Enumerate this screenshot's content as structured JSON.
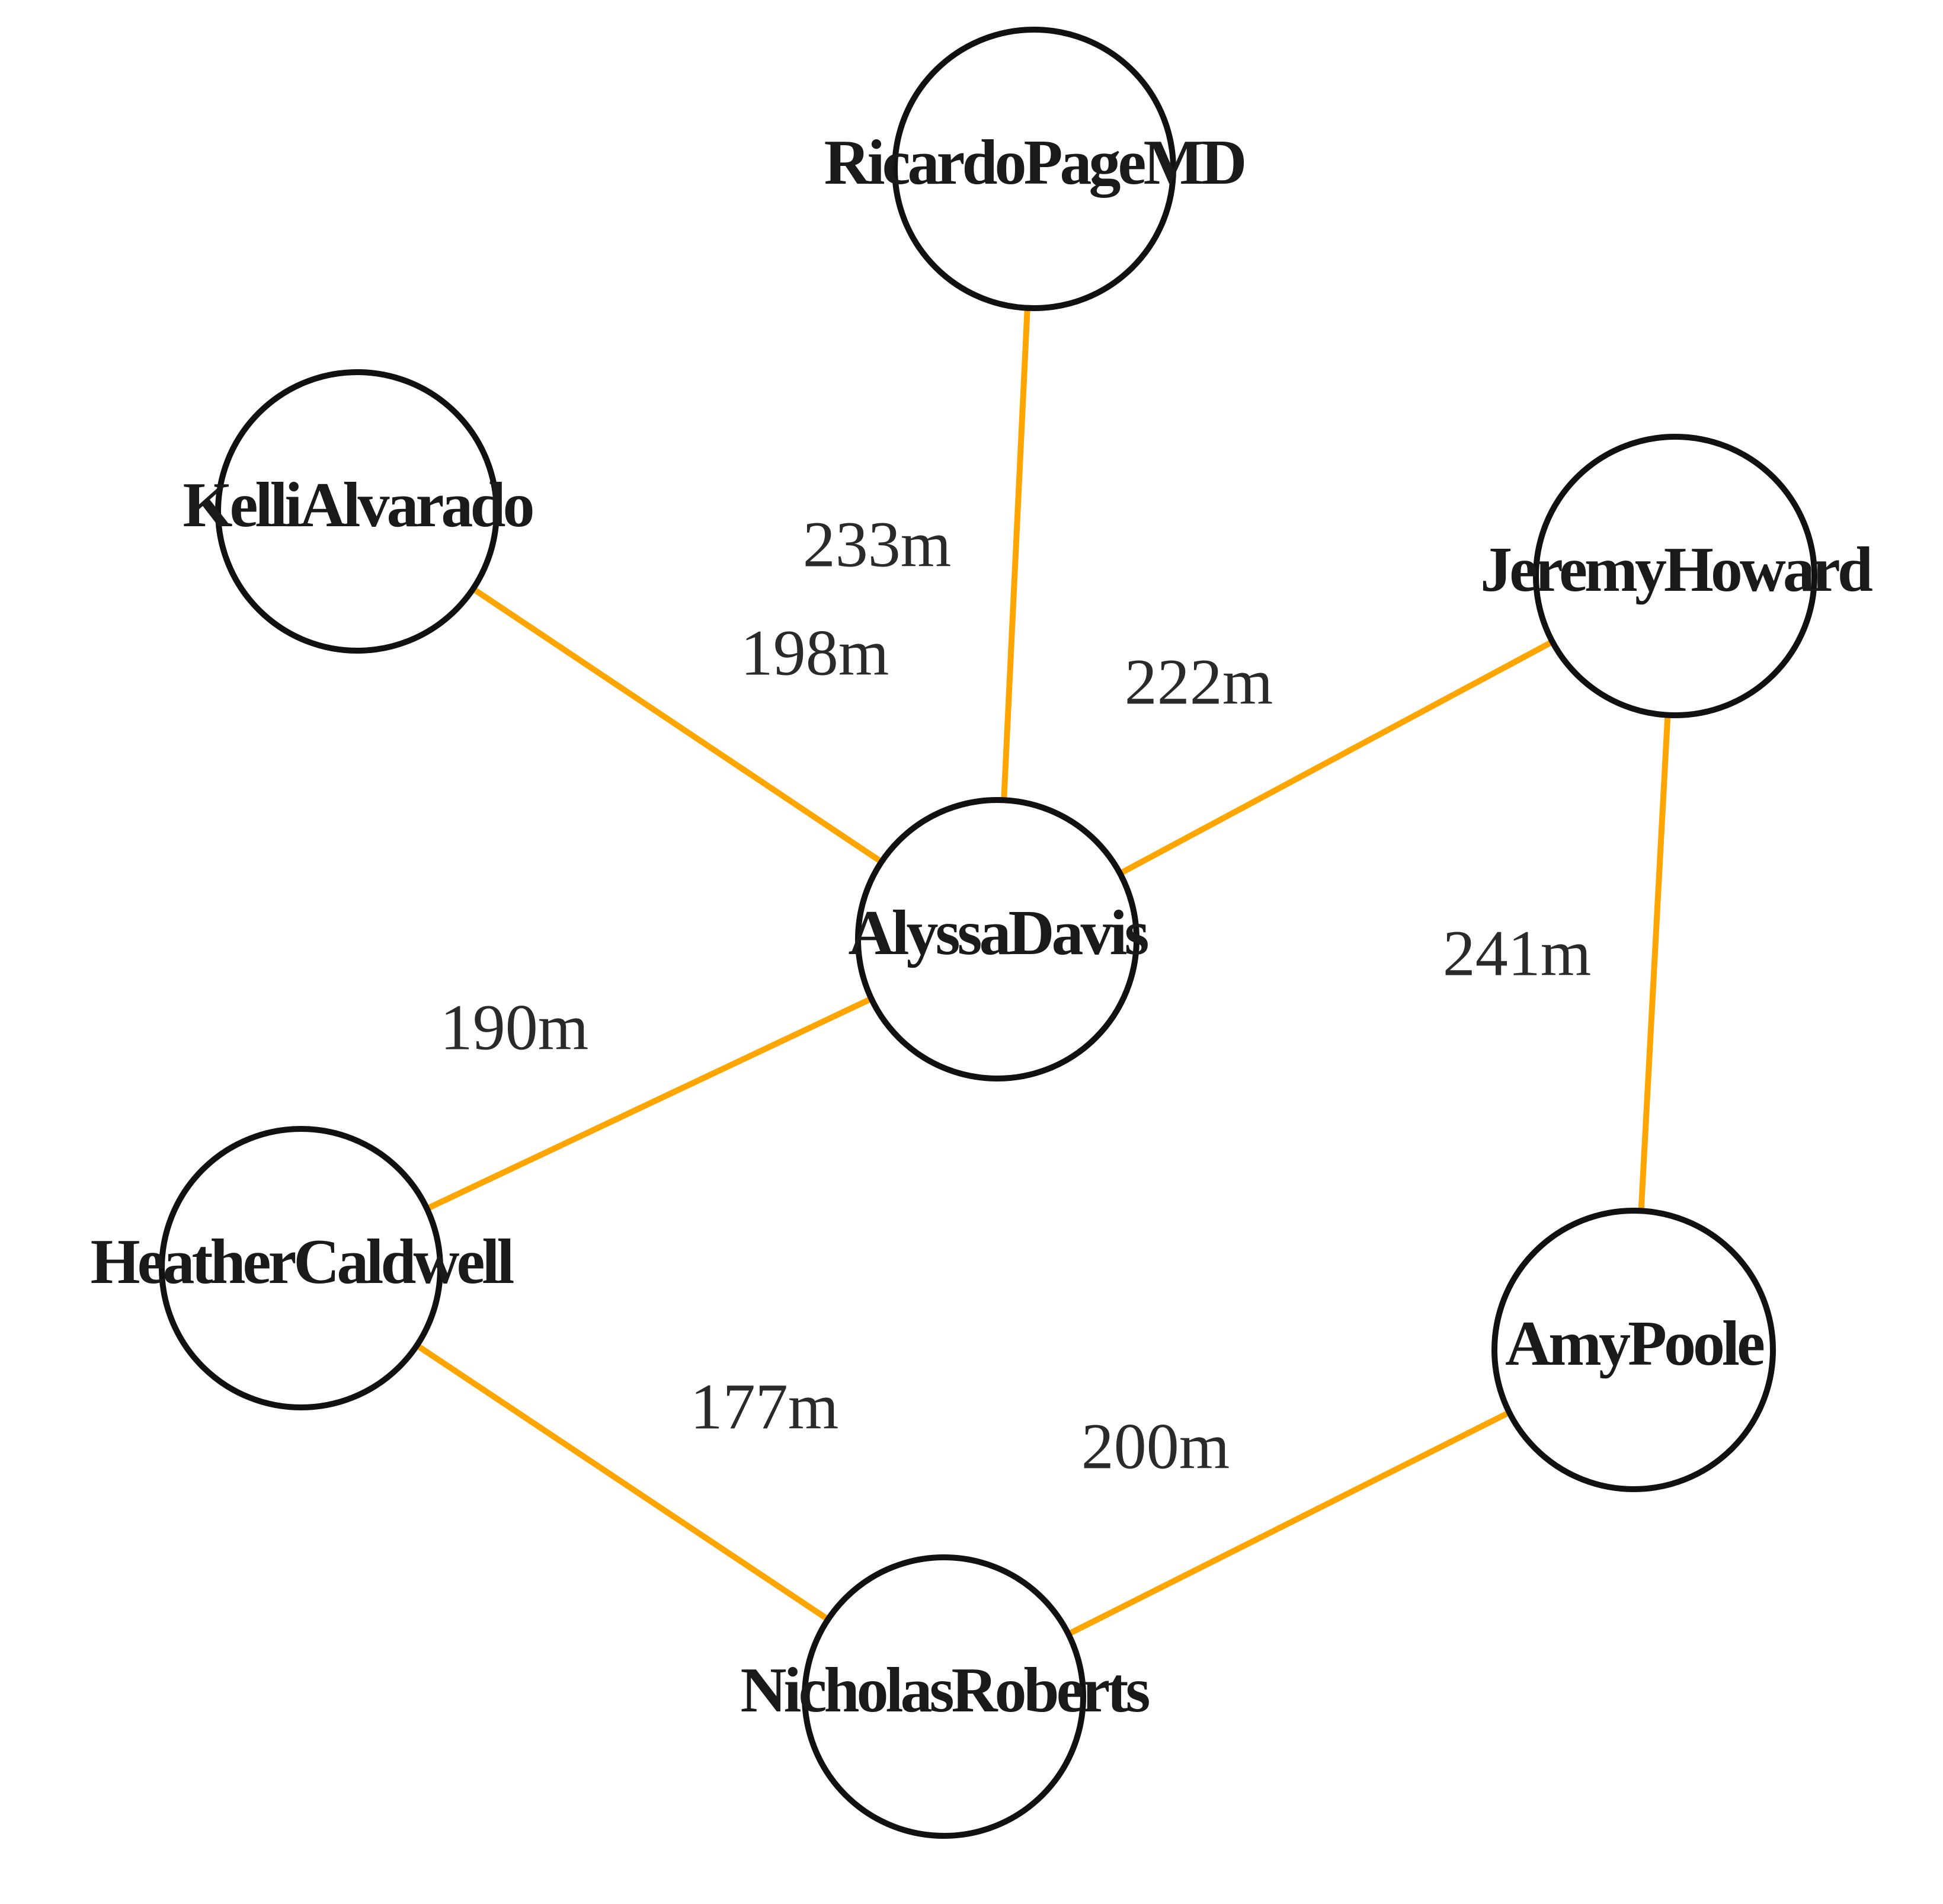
{
  "colors": {
    "edge": "#FFA500",
    "node_stroke": "#111111",
    "node_fill": "#ffffff",
    "text": "#1a1a1a"
  },
  "nodes": [
    {
      "id": "ricardo",
      "label": "RicardoPageMD"
    },
    {
      "id": "kelli",
      "label": "KelliAlvarado"
    },
    {
      "id": "jeremy",
      "label": "JeremyHoward"
    },
    {
      "id": "alyssa",
      "label": "AlyssaDavis"
    },
    {
      "id": "heather",
      "label": "HeatherCaldwell"
    },
    {
      "id": "amy",
      "label": "AmyPoole"
    },
    {
      "id": "nicholas",
      "label": "NicholasRoberts"
    }
  ],
  "edges": [
    {
      "id": "ricardo-alyssa",
      "source": "ricardo",
      "target": "alyssa",
      "label": "233m"
    },
    {
      "id": "kelli-alyssa",
      "source": "kelli",
      "target": "alyssa",
      "label": "198m"
    },
    {
      "id": "jeremy-alyssa",
      "source": "jeremy",
      "target": "alyssa",
      "label": "222m"
    },
    {
      "id": "jeremy-amy",
      "source": "jeremy",
      "target": "amy",
      "label": "241m"
    },
    {
      "id": "alyssa-heather",
      "source": "alyssa",
      "target": "heather",
      "label": "190m"
    },
    {
      "id": "heather-nicholas",
      "source": "heather",
      "target": "nicholas",
      "label": "177m"
    },
    {
      "id": "nicholas-amy",
      "source": "nicholas",
      "target": "amy",
      "label": "200m"
    }
  ]
}
